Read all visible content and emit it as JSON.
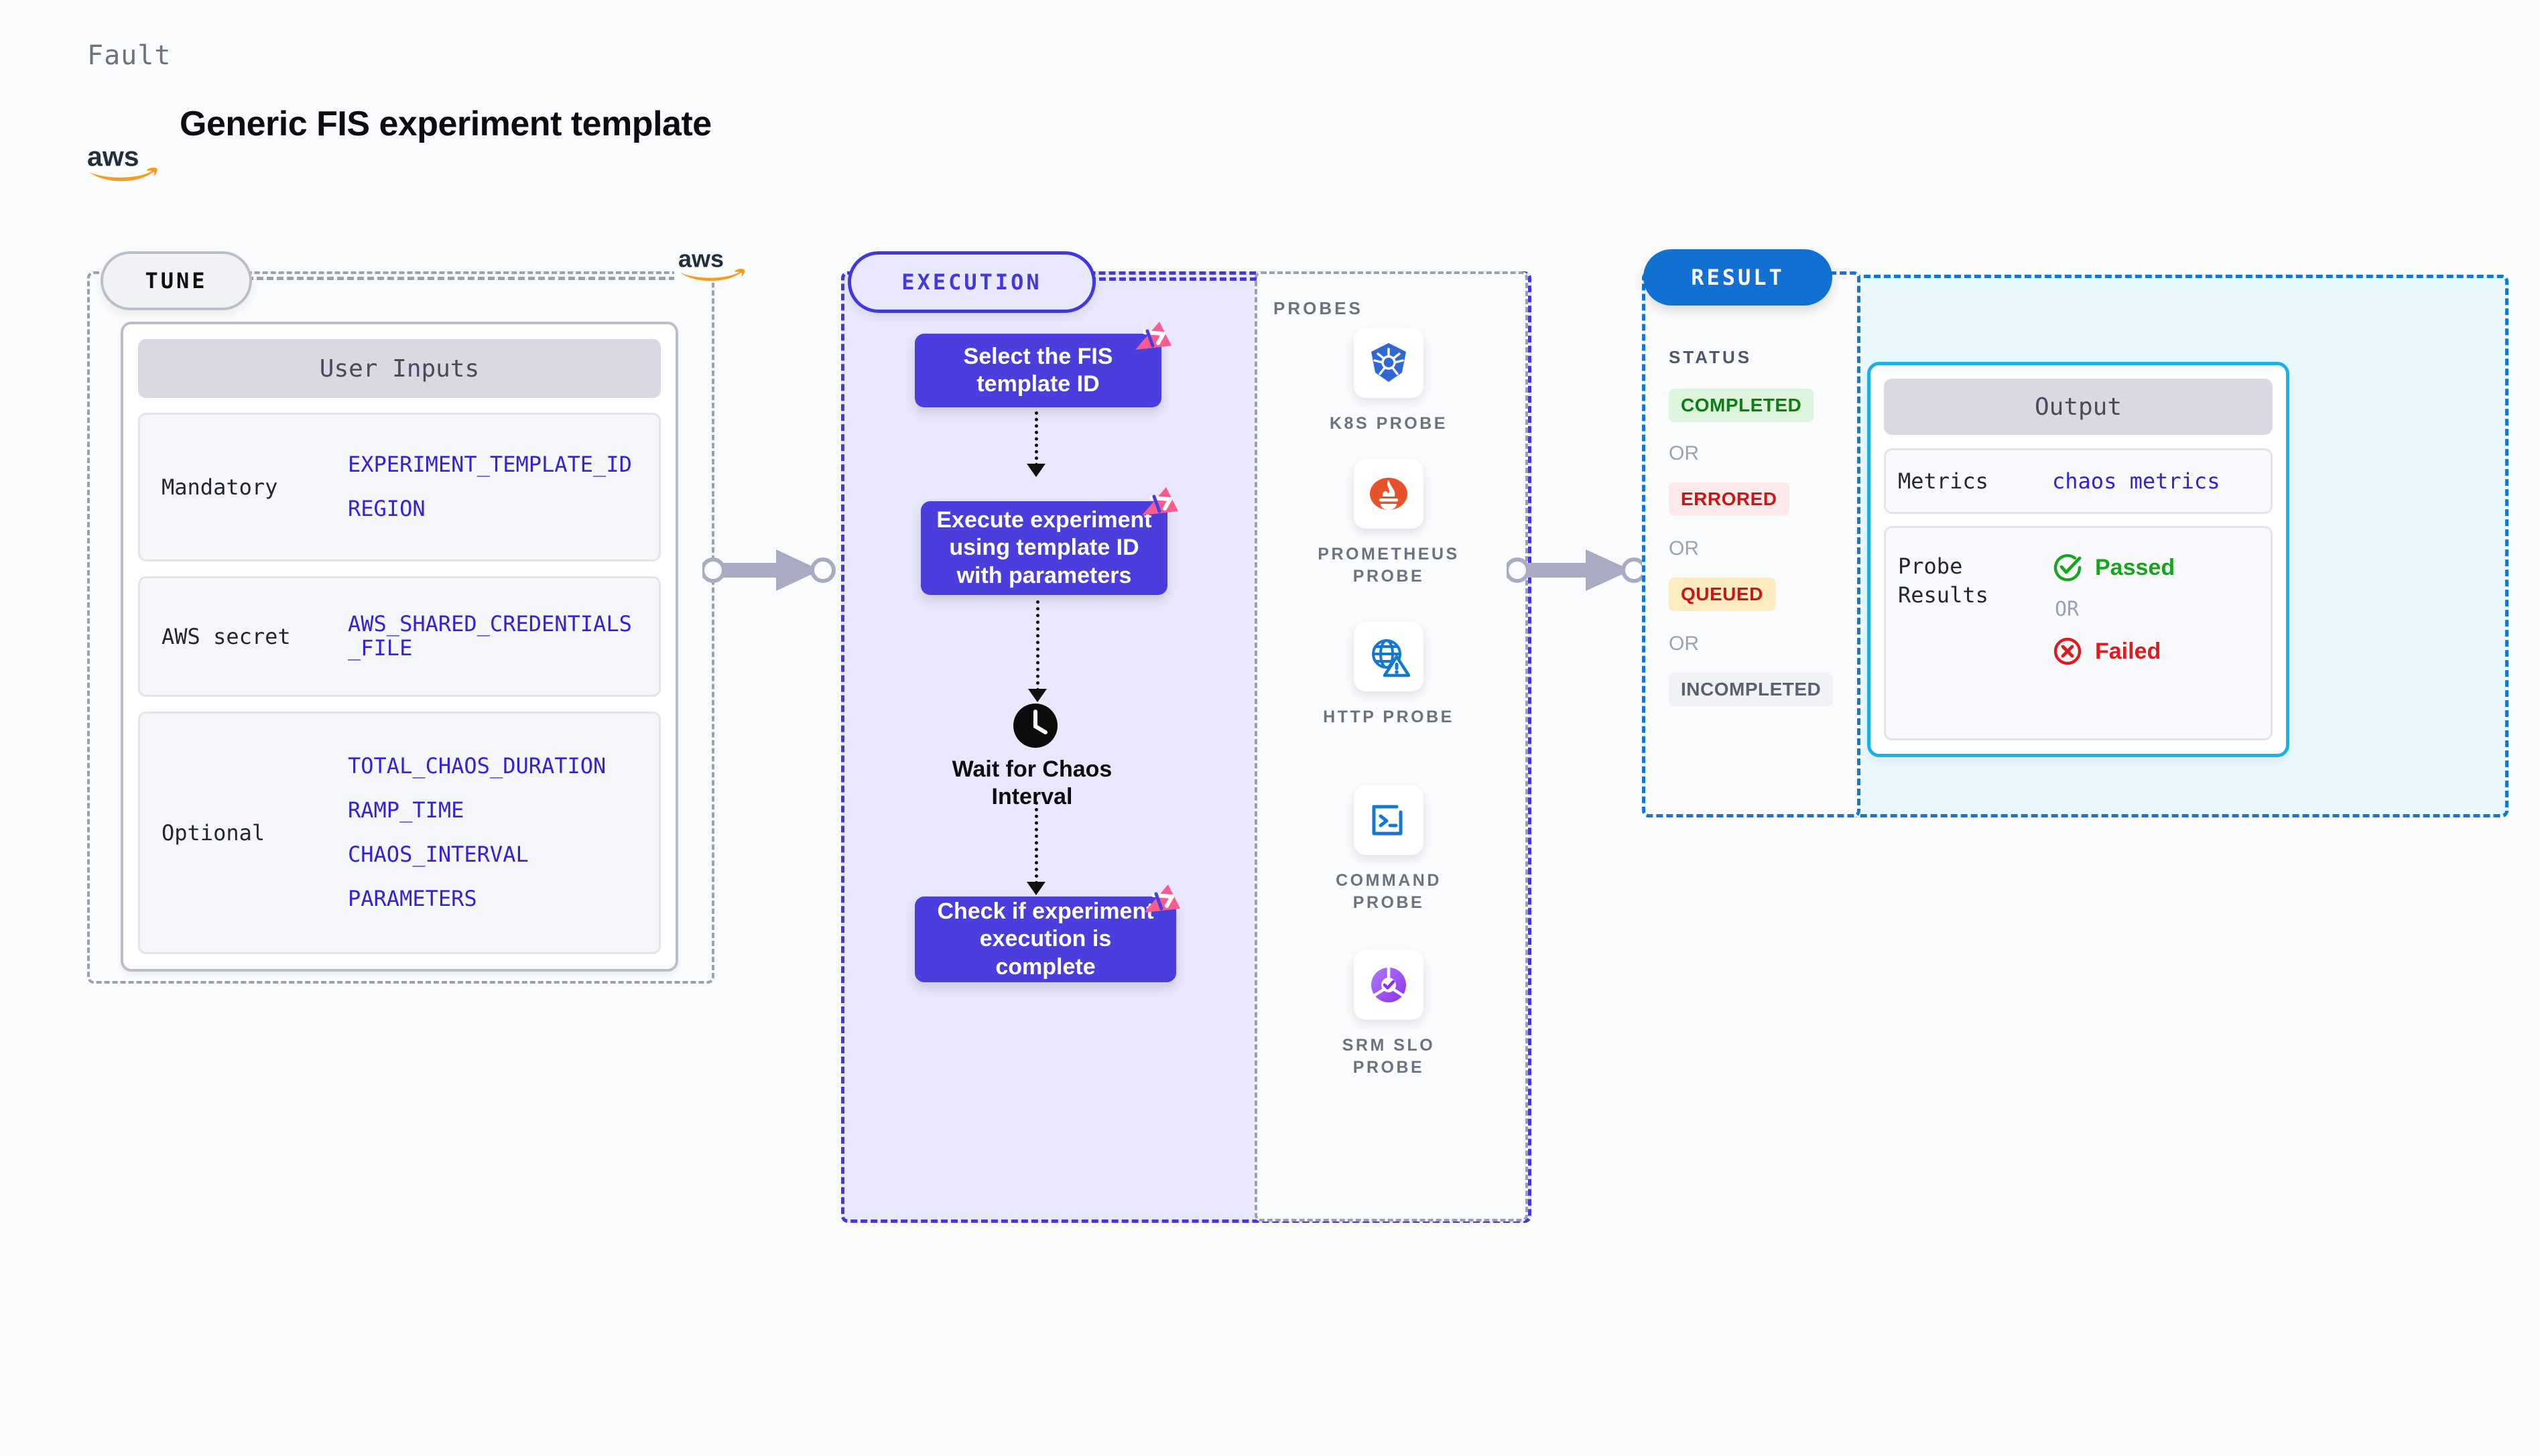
{
  "header": {
    "eyebrow": "Fault",
    "title": "Generic FIS experiment template",
    "logo_icon": "aws-logo"
  },
  "tune": {
    "pill_label": "TUNE",
    "brand_icon": "aws-logo",
    "card_title": "User Inputs",
    "rows": [
      {
        "label": "Mandatory",
        "values": [
          "EXPERIMENT_TEMPLATE_ID",
          "REGION"
        ]
      },
      {
        "label": "AWS secret",
        "values": [
          "AWS_SHARED_CREDENTIALS\n_FILE"
        ]
      },
      {
        "label": "Optional",
        "values": [
          "TOTAL_CHAOS_DURATION",
          "RAMP_TIME",
          "CHAOS_INTERVAL",
          "PARAMETERS"
        ]
      }
    ]
  },
  "execution": {
    "pill_label": "EXECUTION",
    "steps": [
      {
        "text": "Select the FIS template ID",
        "badge_icon": "litmus-flow-badge-icon"
      },
      {
        "text": "Execute experiment using template ID with parameters",
        "badge_icon": "litmus-flow-badge-icon"
      },
      {
        "text": "Check if experiment execution is complete",
        "badge_icon": "litmus-flow-badge-icon"
      }
    ],
    "wait": {
      "icon": "clock-icon",
      "label": "Wait for Chaos Interval"
    }
  },
  "probes": {
    "section_label": "PROBES",
    "items": [
      {
        "name": "K8S PROBE",
        "icon": "kubernetes-icon"
      },
      {
        "name": "PROMETHEUS PROBE",
        "icon": "prometheus-icon"
      },
      {
        "name": "HTTP PROBE",
        "icon": "http-globe-warning-icon"
      },
      {
        "name": "COMMAND PROBE",
        "icon": "terminal-icon"
      },
      {
        "name": "SRM SLO PROBE",
        "icon": "srm-slo-icon"
      }
    ]
  },
  "result": {
    "pill_label": "RESULT",
    "status_label": "STATUS",
    "or_label": "OR",
    "statuses": [
      {
        "label": "COMPLETED",
        "bg": "#dcf5dc",
        "fg": "#0f7d12"
      },
      {
        "label": "ERRORED",
        "bg": "#fceaea",
        "fg": "#cc1616"
      },
      {
        "label": "QUEUED",
        "bg": "#fcecc2",
        "fg": "#cc1616"
      },
      {
        "label": "INCOMPLETED",
        "bg": "#f1f2f6",
        "fg": "#5b6072"
      }
    ],
    "output": {
      "title": "Output",
      "metrics_key": "Metrics",
      "metrics_value": "chaos metrics",
      "probe_results_key": "Probe Results",
      "passed_label": "Passed",
      "passed_icon": "check-circle-icon",
      "or_label": "OR",
      "failed_label": "Failed",
      "failed_icon": "x-circle-icon"
    }
  },
  "connectors": {
    "tune_to_execution_icon": "arrow-right-icon",
    "execution_to_result_icon": "arrow-right-icon"
  },
  "colors": {
    "accent_purple": "#4a3fdd",
    "accent_blue": "#1271d0",
    "accent_cyan": "#19b2e8",
    "badge_pink": "#fb5c8f",
    "aws_orange": "#f89c1c",
    "code_blue": "#3322dd"
  }
}
